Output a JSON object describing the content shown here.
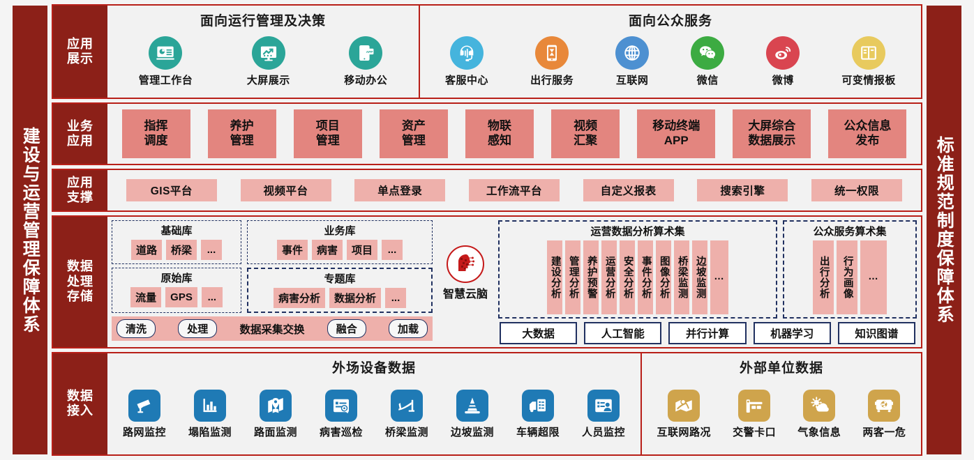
{
  "banners": {
    "left": "建设与运营管理保障体系",
    "right": "标准规范制度保障体系"
  },
  "colors": {
    "banner": "#8c2018",
    "border": "#b81f18",
    "teal": "#2ba598",
    "blue_light": "#45b4dd",
    "orange": "#e8883a",
    "blue": "#4d90d1",
    "green": "#3cab42",
    "weibo_red": "#d94550",
    "yellow": "#e8ca5e",
    "chip_pink": "#eeb0ab",
    "pill_pink": "#e3857f",
    "icon_blue": "#1f7ab5",
    "icon_gold": "#cfa44c",
    "dash_navy": "#203060"
  },
  "rows": [
    {
      "label": "应用\n展示",
      "name": "app-display",
      "groups": [
        {
          "title": "面向运行管理及决策",
          "items": [
            {
              "label": "管理工作台",
              "icon": "dashboard-icon",
              "color": "#2ba598"
            },
            {
              "label": "大屏展示",
              "icon": "big-screen-chart-icon",
              "color": "#2ba598"
            },
            {
              "label": "移动办公",
              "icon": "mobile-app-icon",
              "color": "#2ba598"
            }
          ]
        },
        {
          "title": "面向公众服务",
          "items": [
            {
              "label": "客服中心",
              "icon": "headset-icon",
              "color": "#45b4dd"
            },
            {
              "label": "出行服务",
              "icon": "phone-travel-icon",
              "color": "#e8883a"
            },
            {
              "label": "互联网",
              "icon": "globe-icon",
              "color": "#4d90d1"
            },
            {
              "label": "微信",
              "icon": "wechat-icon",
              "color": "#3cab42"
            },
            {
              "label": "微博",
              "icon": "weibo-icon",
              "color": "#d94550"
            },
            {
              "label": "可变情报板",
              "icon": "variable-message-sign-icon",
              "color": "#e8ca5e"
            }
          ]
        }
      ]
    },
    {
      "label": "业务\n应用",
      "name": "business-app",
      "pills": [
        "指挥\n调度",
        "养护\n管理",
        "项目\n管理",
        "资产\n管理",
        "物联\n感知",
        "视频\n汇聚",
        "移动终端\nAPP",
        "大屏综合\n数据展示",
        "公众信息\n发布"
      ]
    },
    {
      "label": "应用\n支撑",
      "name": "app-support",
      "pills": [
        "GIS平台",
        "视频平台",
        "单点登录",
        "工作流平台",
        "自定义报表",
        "搜索引擎",
        "统一权限"
      ]
    },
    {
      "label": "数据\n处理\n存储",
      "name": "data-processing-storage"
    },
    {
      "label": "数据\n接入",
      "name": "data-access",
      "groups": [
        {
          "title": "外场设备数据",
          "items": [
            {
              "label": "路网监控",
              "icon": "cctv-camera-icon",
              "color": "#1f7ab5"
            },
            {
              "label": "塌陷监测",
              "icon": "bar-chart-icon",
              "color": "#1f7ab5"
            },
            {
              "label": "路面监测",
              "icon": "map-pin-icon",
              "color": "#1f7ab5"
            },
            {
              "label": "病害巡检",
              "icon": "inspection-report-icon",
              "color": "#1f7ab5"
            },
            {
              "label": "桥梁监测",
              "icon": "bridge-icon",
              "color": "#1f7ab5"
            },
            {
              "label": "边坡监测",
              "icon": "traffic-cone-icon",
              "color": "#1f7ab5"
            },
            {
              "label": "车辆超限",
              "icon": "truck-overload-icon",
              "color": "#1f7ab5"
            },
            {
              "label": "人员监控",
              "icon": "personnel-card-icon",
              "color": "#1f7ab5"
            }
          ]
        },
        {
          "title": "外部单位数据",
          "items": [
            {
              "label": "互联网路况",
              "icon": "road-map-icon",
              "color": "#cfa44c"
            },
            {
              "label": "交警卡口",
              "icon": "toll-gate-icon",
              "color": "#cfa44c"
            },
            {
              "label": "气象信息",
              "icon": "weather-sun-cloud-icon",
              "color": "#cfa44c"
            },
            {
              "label": "两客一危",
              "icon": "hazard-bus-icon",
              "color": "#cfa44c"
            }
          ]
        }
      ]
    }
  ],
  "data_processing": {
    "databases": [
      {
        "title": "基础库",
        "chips": [
          "道路",
          "桥梁",
          "..."
        ],
        "heavy": false
      },
      {
        "title": "业务库",
        "chips": [
          "事件",
          "病害",
          "项目",
          "..."
        ],
        "heavy": false
      },
      {
        "title": "原始库",
        "chips": [
          "流量",
          "GPS",
          "..."
        ],
        "heavy": false
      },
      {
        "title": "专题库",
        "chips": [
          "病害分析",
          "数据分析",
          "..."
        ],
        "heavy": true
      }
    ],
    "etl": {
      "buttons_left": [
        "清洗",
        "处理"
      ],
      "center_label": "数据采集交换",
      "buttons_right": [
        "融合",
        "加载"
      ]
    },
    "brain": {
      "label": "智慧云脑",
      "icon": "ai-brain-icon"
    },
    "algorithm_sets": [
      {
        "title": "运营数据分析算术集",
        "chips": [
          "建设分析",
          "管理分析",
          "养护预警",
          "运营分析",
          "安全分析",
          "事件分析",
          "图像分析",
          "桥梁监测",
          "边坡监测",
          "…"
        ]
      },
      {
        "title": "公众服务算术集",
        "chips": [
          "出行分析",
          "行为画像",
          "…"
        ]
      }
    ],
    "tech_buttons": [
      "大数据",
      "人工智能",
      "并行计算",
      "机器学习",
      "知识图谱"
    ]
  }
}
